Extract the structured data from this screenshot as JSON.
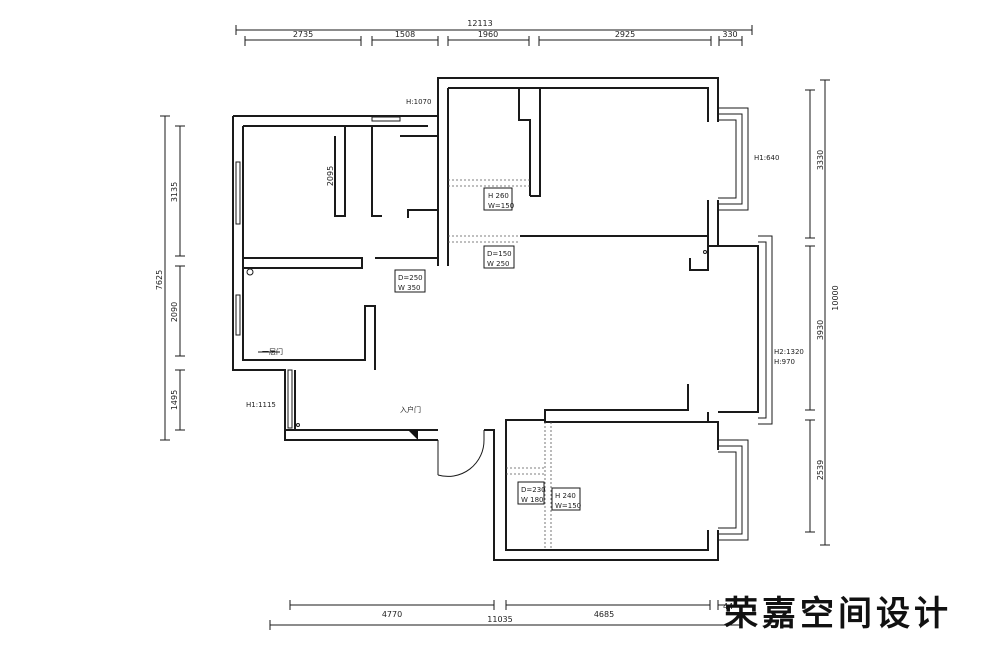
{
  "dimensions": {
    "top_total": "12113",
    "top_segments": [
      "2735",
      "1508",
      "1960",
      "2925",
      "330"
    ],
    "bottom_total": "11035",
    "bottom_segments": [
      "4770",
      "4685",
      "44"
    ],
    "left_total": "7625",
    "left_segments": [
      "3135",
      "2090",
      "1495"
    ],
    "right_total": "10000",
    "right_segments": [
      "3330",
      "3930",
      "2539"
    ],
    "interior_2095": "2095"
  },
  "window_notes": {
    "top_window": "H:1070",
    "east_bay_window": "H1:640",
    "east_long_window": "H2:1320",
    "east_long_window_2": "H:970",
    "west_window": "H1:1115"
  },
  "beam_notes": {
    "north_beam_h": "H 260",
    "north_beam_w": "W=150",
    "corridor_beam_d": "D=150",
    "corridor_beam_w": "W 250",
    "west_beam_d": "D=250",
    "west_beam_w": "W 350",
    "south_beam_d": "D=230",
    "south_beam_w": "W 180",
    "south_beam_h": "H 240",
    "south_beam_w2": "W=150"
  },
  "labels": {
    "entry": "入户门",
    "small_room_mark": "一层门"
  },
  "brand": {
    "logo_text": "荣嘉空间设计"
  }
}
